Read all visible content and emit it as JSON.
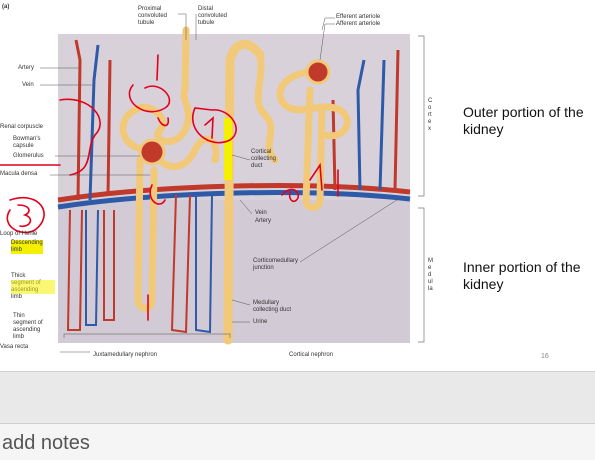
{
  "slide": {
    "panel_label": "(a)",
    "top_labels": {
      "proximal": "Proximal\nconvoluted\ntubule",
      "distal": "Distal\nconvoluted\ntubule",
      "efferent": "Efferent arteriole",
      "afferent": "Afferent arteriole"
    },
    "left_labels": {
      "artery": "Artery",
      "vein": "Vein",
      "renal_corpuscle": "Renal corpuscle",
      "bowmans": "Bowman's\ncapsule",
      "glomerulus": "Glomerulus",
      "macula_densa": "Macula densa",
      "loop_of_henle": "Loop of Henle",
      "descending": "Descending\nlimb",
      "thick": "Thick\nsegment of\nascending\nlimb",
      "thin": "Thin\nsegment of\nascending\nlimb",
      "vasa_recta": "Vasa recta"
    },
    "center_labels": {
      "cortical_collecting": "Cortical\ncollecting\nduct",
      "vein": "Vein",
      "artery": "Artery",
      "corticomedullary": "Corticomedullary\njunction",
      "medullary_collecting": "Medullary\ncollecting duct",
      "urine": "Urine"
    },
    "bottom_labels": {
      "juxtamedullary": "Juxtamedullary nephron",
      "cortical_nephron": "Cortical nephron"
    },
    "region_labels": {
      "cortex": "Cortex",
      "medulla": "Medulla"
    },
    "side_text": {
      "outer": "Outer portion of the kidney",
      "inner": "Inner portion of the kidney"
    },
    "slide_number": "16"
  },
  "notes": {
    "placeholder": "add notes"
  },
  "colors": {
    "tubule": "#f2c979",
    "artery": "#c0392b",
    "vein": "#2e5aa8",
    "tissue": "#d6cfd8",
    "highlight": "#f4f000",
    "ink": "#e3001b"
  }
}
